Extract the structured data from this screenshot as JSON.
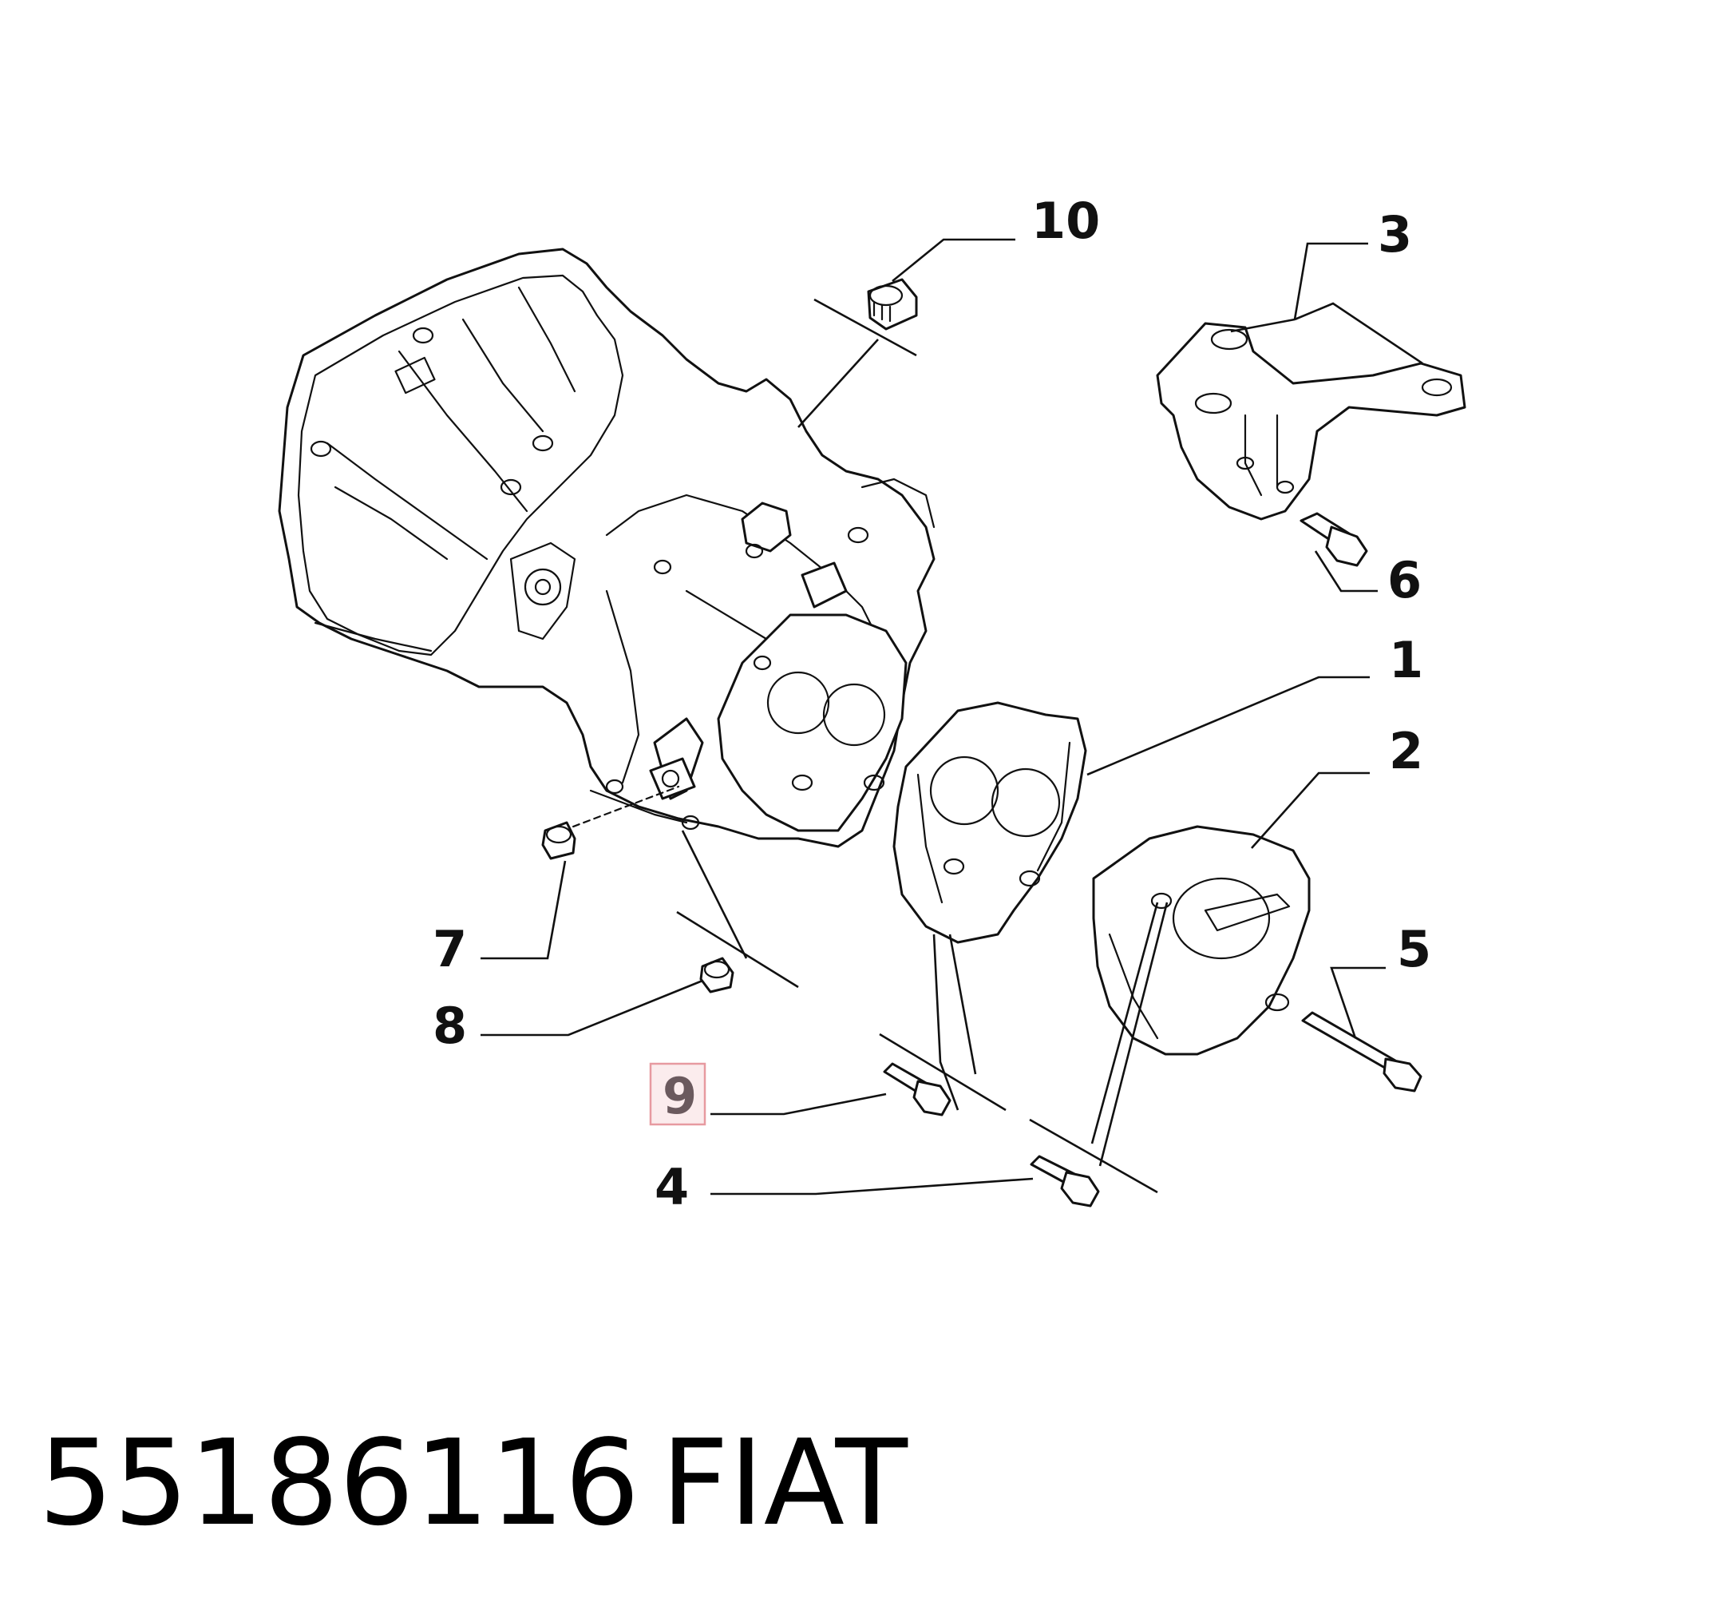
{
  "callouts": {
    "c1": "1",
    "c2": "2",
    "c3": "3",
    "c4": "4",
    "c5": "5",
    "c6": "6",
    "c7": "7",
    "c8": "8",
    "c9": "9",
    "c10": "10"
  },
  "highlight": {
    "callout": "9",
    "border_color": "#e79aa0",
    "fill_color": "#fbeced"
  },
  "footer": {
    "part_number": "55186116",
    "brand": "FIAT"
  },
  "colors": {
    "line": "#111111",
    "background": "#ffffff"
  }
}
